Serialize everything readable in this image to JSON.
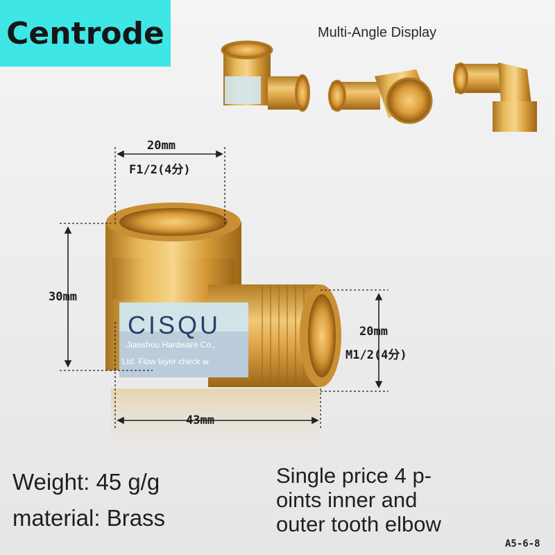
{
  "brand": "Centrode",
  "multi_angle_label": "Multi-Angle Display",
  "dimensions": {
    "top_size": "20mm",
    "top_thread": "F1/2(4分)",
    "left_height": "30mm",
    "right_size": "20mm",
    "right_thread": "M1/2(4分)",
    "bottom_length": "43mm"
  },
  "sticker": {
    "brand": "CISQU",
    "line1": "Jiaoshou Hardware Co.,",
    "line2": "Ltd. Flow layer check w"
  },
  "specs": {
    "weight": "Weight: 45 g/g",
    "material": "material: Brass"
  },
  "description": [
    "Single price 4 p-",
    "oints inner and",
    "outer tooth elbow"
  ],
  "product_code": "A5-6-8",
  "colors": {
    "brand_box": "#3fe6e6",
    "brass": "#d9a441",
    "sticker": "#cfe6ef"
  }
}
